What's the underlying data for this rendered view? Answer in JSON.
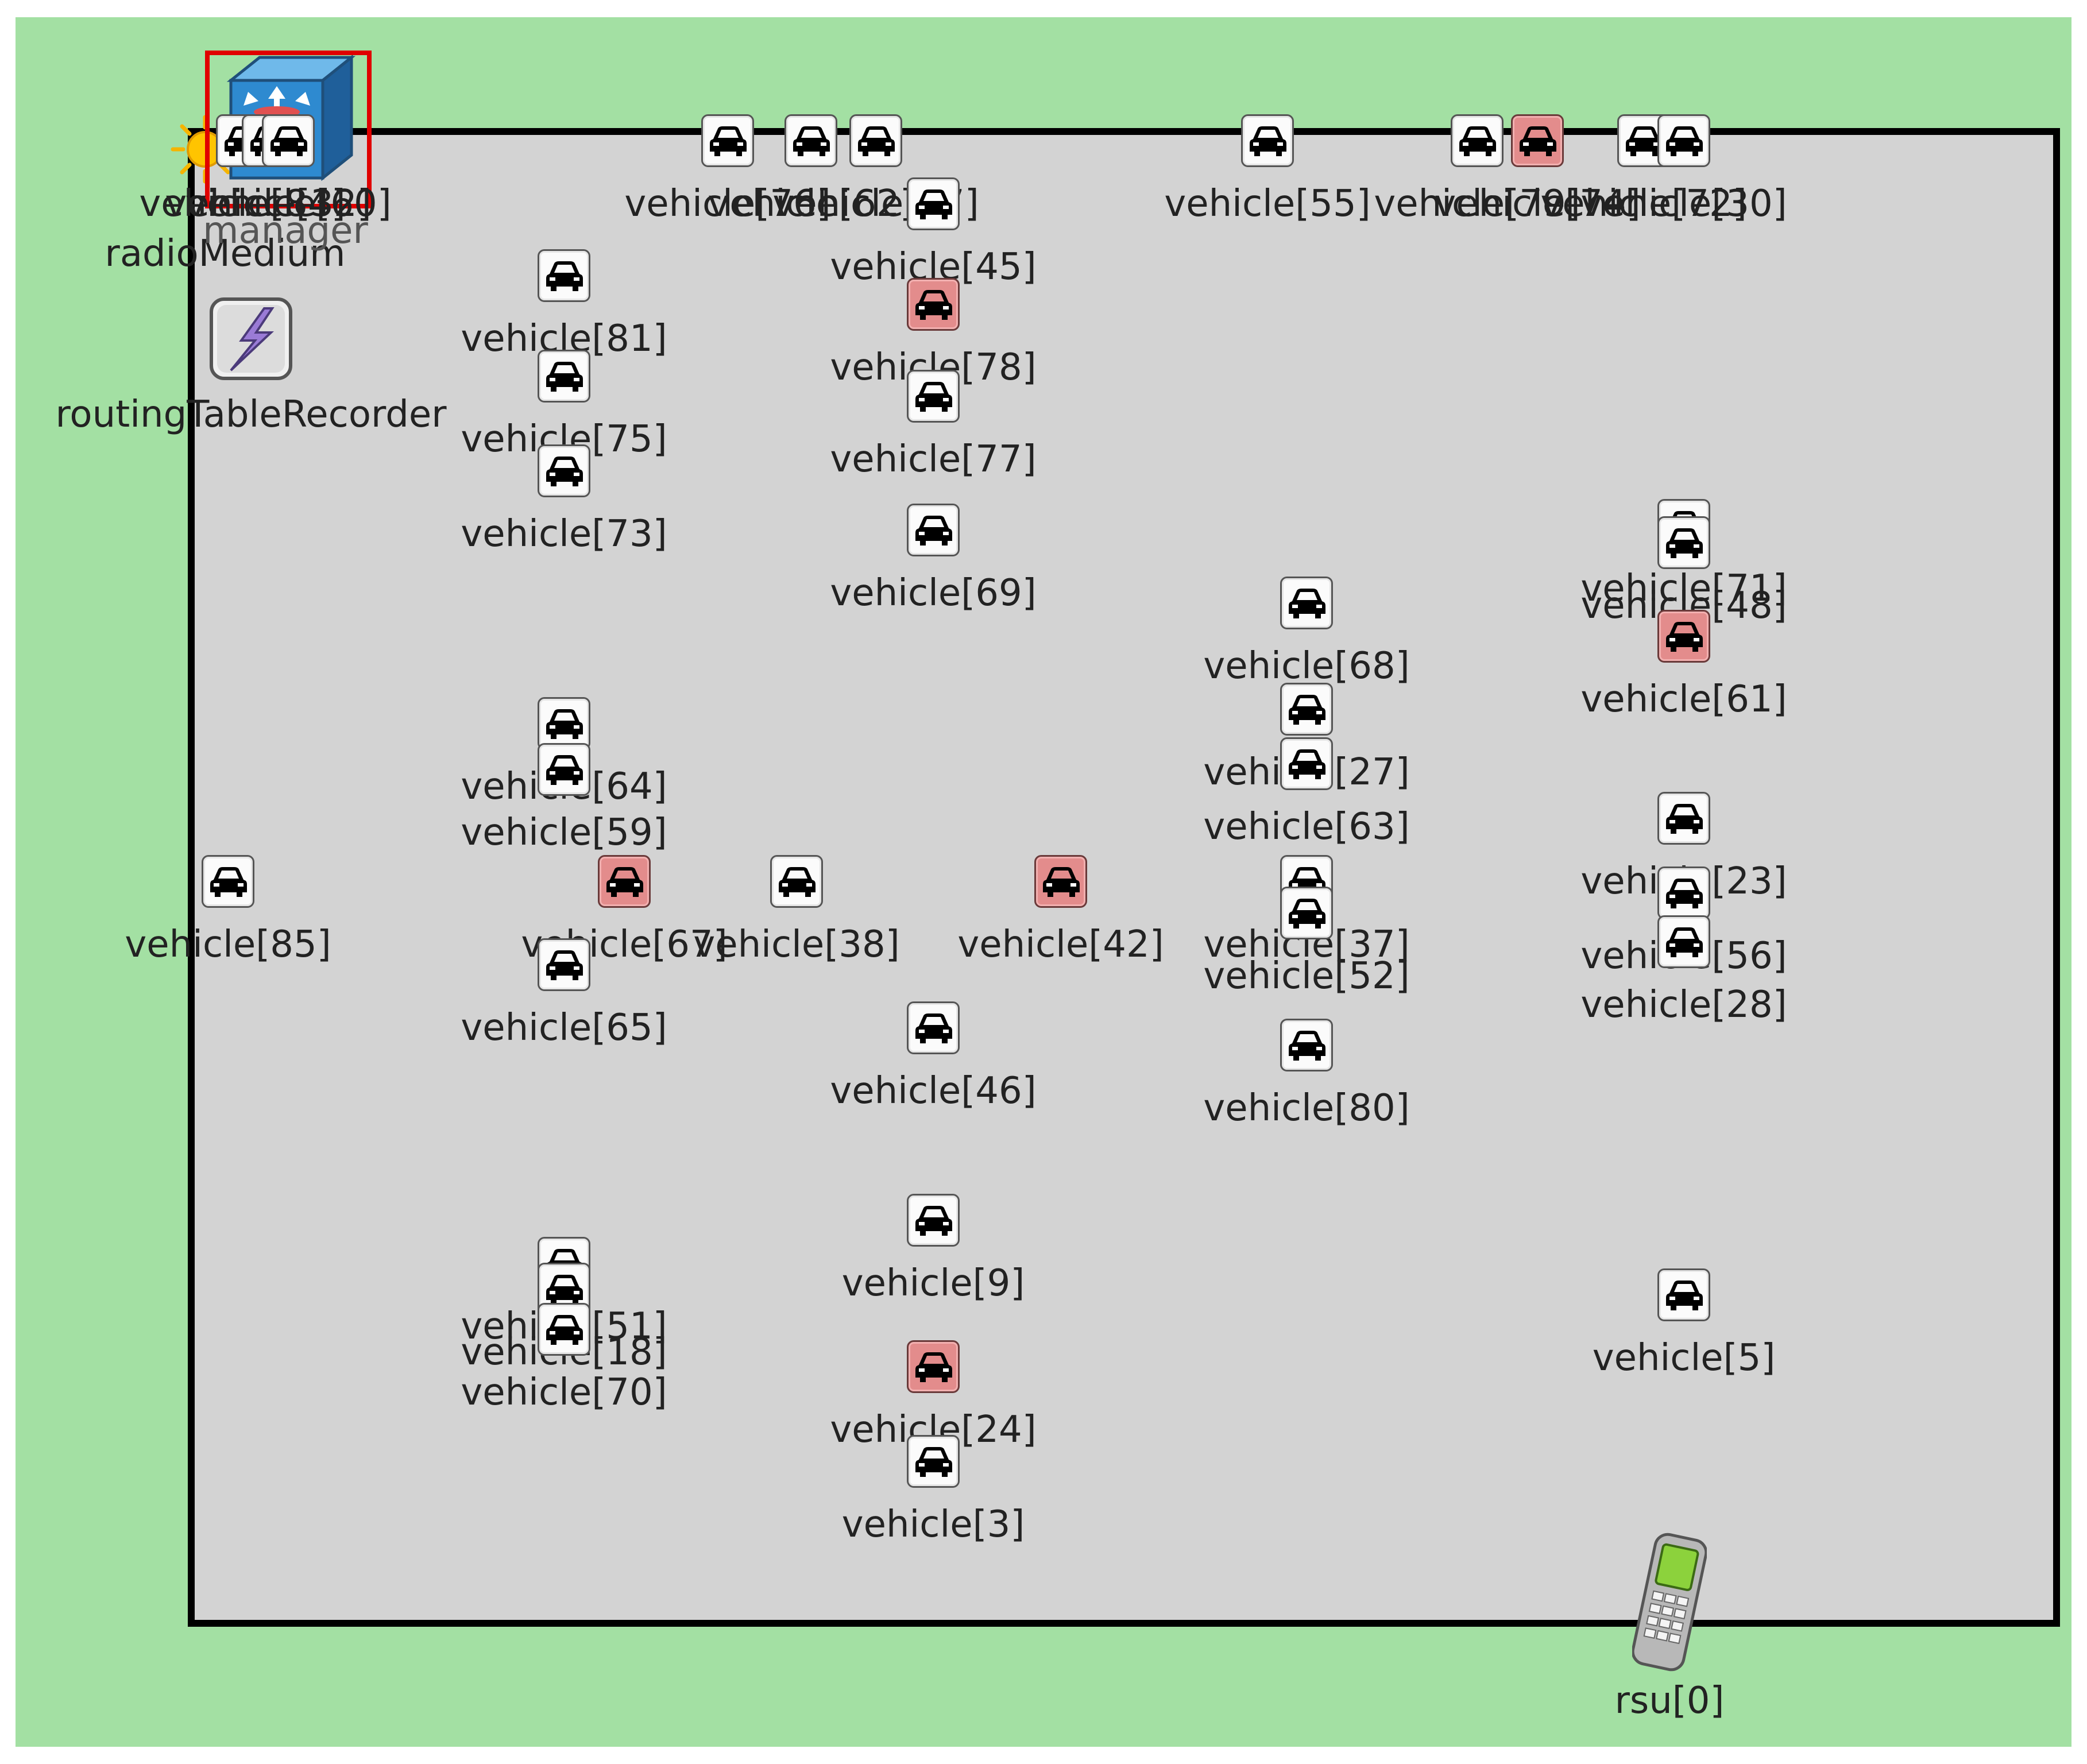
{
  "scene": {
    "background_color": "#a3e0a3",
    "playground_color": "#d3d3d3",
    "selection_color": "#e00000",
    "normal_vehicle_color": "#fbfbfb",
    "highlight_vehicle_color": "#e38c8c"
  },
  "modules": {
    "manager": {
      "label": "manager",
      "icon": "manager-switch-icon",
      "selected": true
    },
    "radio_medium": {
      "label": "radioMedium",
      "icon": "sun-icon"
    },
    "routing_table_recorder": {
      "label": "routingTableRecorder",
      "icon": "lightning-tool-icon"
    },
    "rsu": {
      "label": "rsu[0]",
      "icon": "cellphone-icon"
    }
  },
  "vehicles": [
    {
      "label": "vehicle[84]",
      "red": false
    },
    {
      "label": "vehicle[32]",
      "red": false
    },
    {
      "label": "vehicle[60]",
      "red": false
    },
    {
      "label": "vehicle[76]",
      "red": false
    },
    {
      "label": "vehicle[62]",
      "red": false
    },
    {
      "label": "vehicle[57]",
      "red": false
    },
    {
      "label": "vehicle[55]",
      "red": false
    },
    {
      "label": "vehicle[79]",
      "red": false
    },
    {
      "label": "vehicle[74]",
      "red": true
    },
    {
      "label": "vehicle[72]",
      "red": false
    },
    {
      "label": "vehicle[30]",
      "red": false
    },
    {
      "label": "vehicle[45]",
      "red": false
    },
    {
      "label": "vehicle[81]",
      "red": false
    },
    {
      "label": "vehicle[78]",
      "red": true
    },
    {
      "label": "vehicle[75]",
      "red": false
    },
    {
      "label": "vehicle[77]",
      "red": false
    },
    {
      "label": "vehicle[73]",
      "red": false
    },
    {
      "label": "vehicle[69]",
      "red": false
    },
    {
      "label": "vehicle[71]",
      "red": false
    },
    {
      "label": "vehicle[48]",
      "red": false
    },
    {
      "label": "vehicle[68]",
      "red": false
    },
    {
      "label": "vehicle[27]",
      "red": false
    },
    {
      "label": "vehicle[61]",
      "red": true
    },
    {
      "label": "vehicle[63]",
      "red": false
    },
    {
      "label": "vehicle[64]",
      "red": false
    },
    {
      "label": "vehicle[59]",
      "red": false
    },
    {
      "label": "vehicle[85]",
      "red": false
    },
    {
      "label": "vehicle[67]",
      "red": true
    },
    {
      "label": "vehicle[38]",
      "red": false
    },
    {
      "label": "vehicle[42]",
      "red": true
    },
    {
      "label": "vehicle[37]",
      "red": false
    },
    {
      "label": "vehicle[23]",
      "red": false
    },
    {
      "label": "vehicle[56]",
      "red": false
    },
    {
      "label": "vehicle[52]",
      "red": false
    },
    {
      "label": "vehicle[28]",
      "red": false
    },
    {
      "label": "vehicle[65]",
      "red": false
    },
    {
      "label": "vehicle[46]",
      "red": false
    },
    {
      "label": "vehicle[80]",
      "red": false
    },
    {
      "label": "vehicle[9]",
      "red": false
    },
    {
      "label": "vehicle[51]",
      "red": false
    },
    {
      "label": "vehicle[18]",
      "red": false
    },
    {
      "label": "vehicle[70]",
      "red": false
    },
    {
      "label": "vehicle[5]",
      "red": false
    },
    {
      "label": "vehicle[24]",
      "red": true
    },
    {
      "label": "vehicle[3]",
      "red": false
    }
  ]
}
